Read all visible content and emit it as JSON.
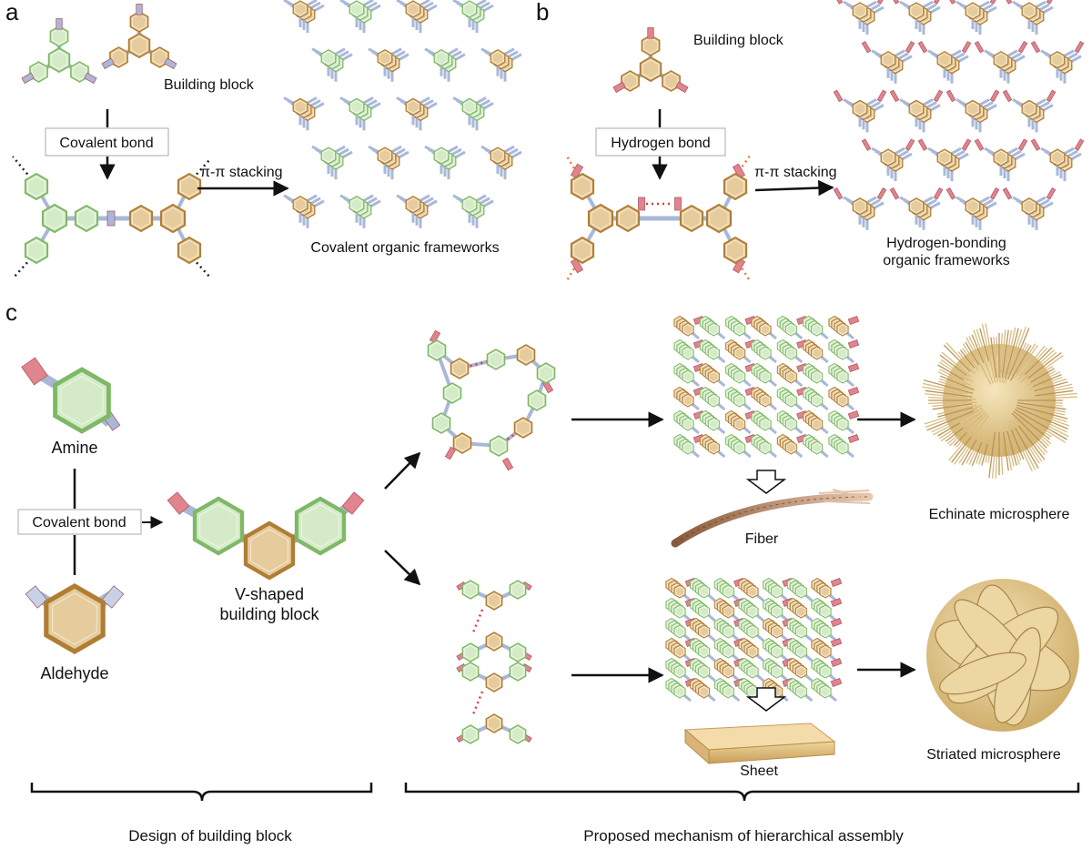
{
  "panels": {
    "a": "a",
    "b": "b",
    "c": "c"
  },
  "panel_a": {
    "building_block": "Building block",
    "bond_box": "Covalent bond",
    "stacking": "π-π stacking",
    "framework": "Covalent organic frameworks"
  },
  "panel_b": {
    "building_block": "Building block",
    "bond_box": "Hydrogen bond",
    "stacking": "π-π stacking",
    "framework_line1": "Hydrogen-bonding",
    "framework_line2": "organic frameworks"
  },
  "panel_c": {
    "amine": "Amine",
    "aldehyde": "Aldehyde",
    "bond_box": "Covalent bond",
    "v_block_line1": "V-shaped",
    "v_block_line2": "building block",
    "fiber": "Fiber",
    "sheet": "Sheet",
    "echinate": "Echinate microsphere",
    "striated": "Striated microsphere",
    "design": "Design of building block",
    "mechanism": "Proposed mechanism of hierarchical assembly"
  },
  "colors": {
    "green_fill": "#d5ebc8",
    "green_edge": "#7fb866",
    "tan_fill": "#e6cc9c",
    "tan_edge": "#b07d34",
    "pink": "#e0848e",
    "blue": "#a9b8d8",
    "sphere": "#e7cf96",
    "arrow": "#111111"
  }
}
